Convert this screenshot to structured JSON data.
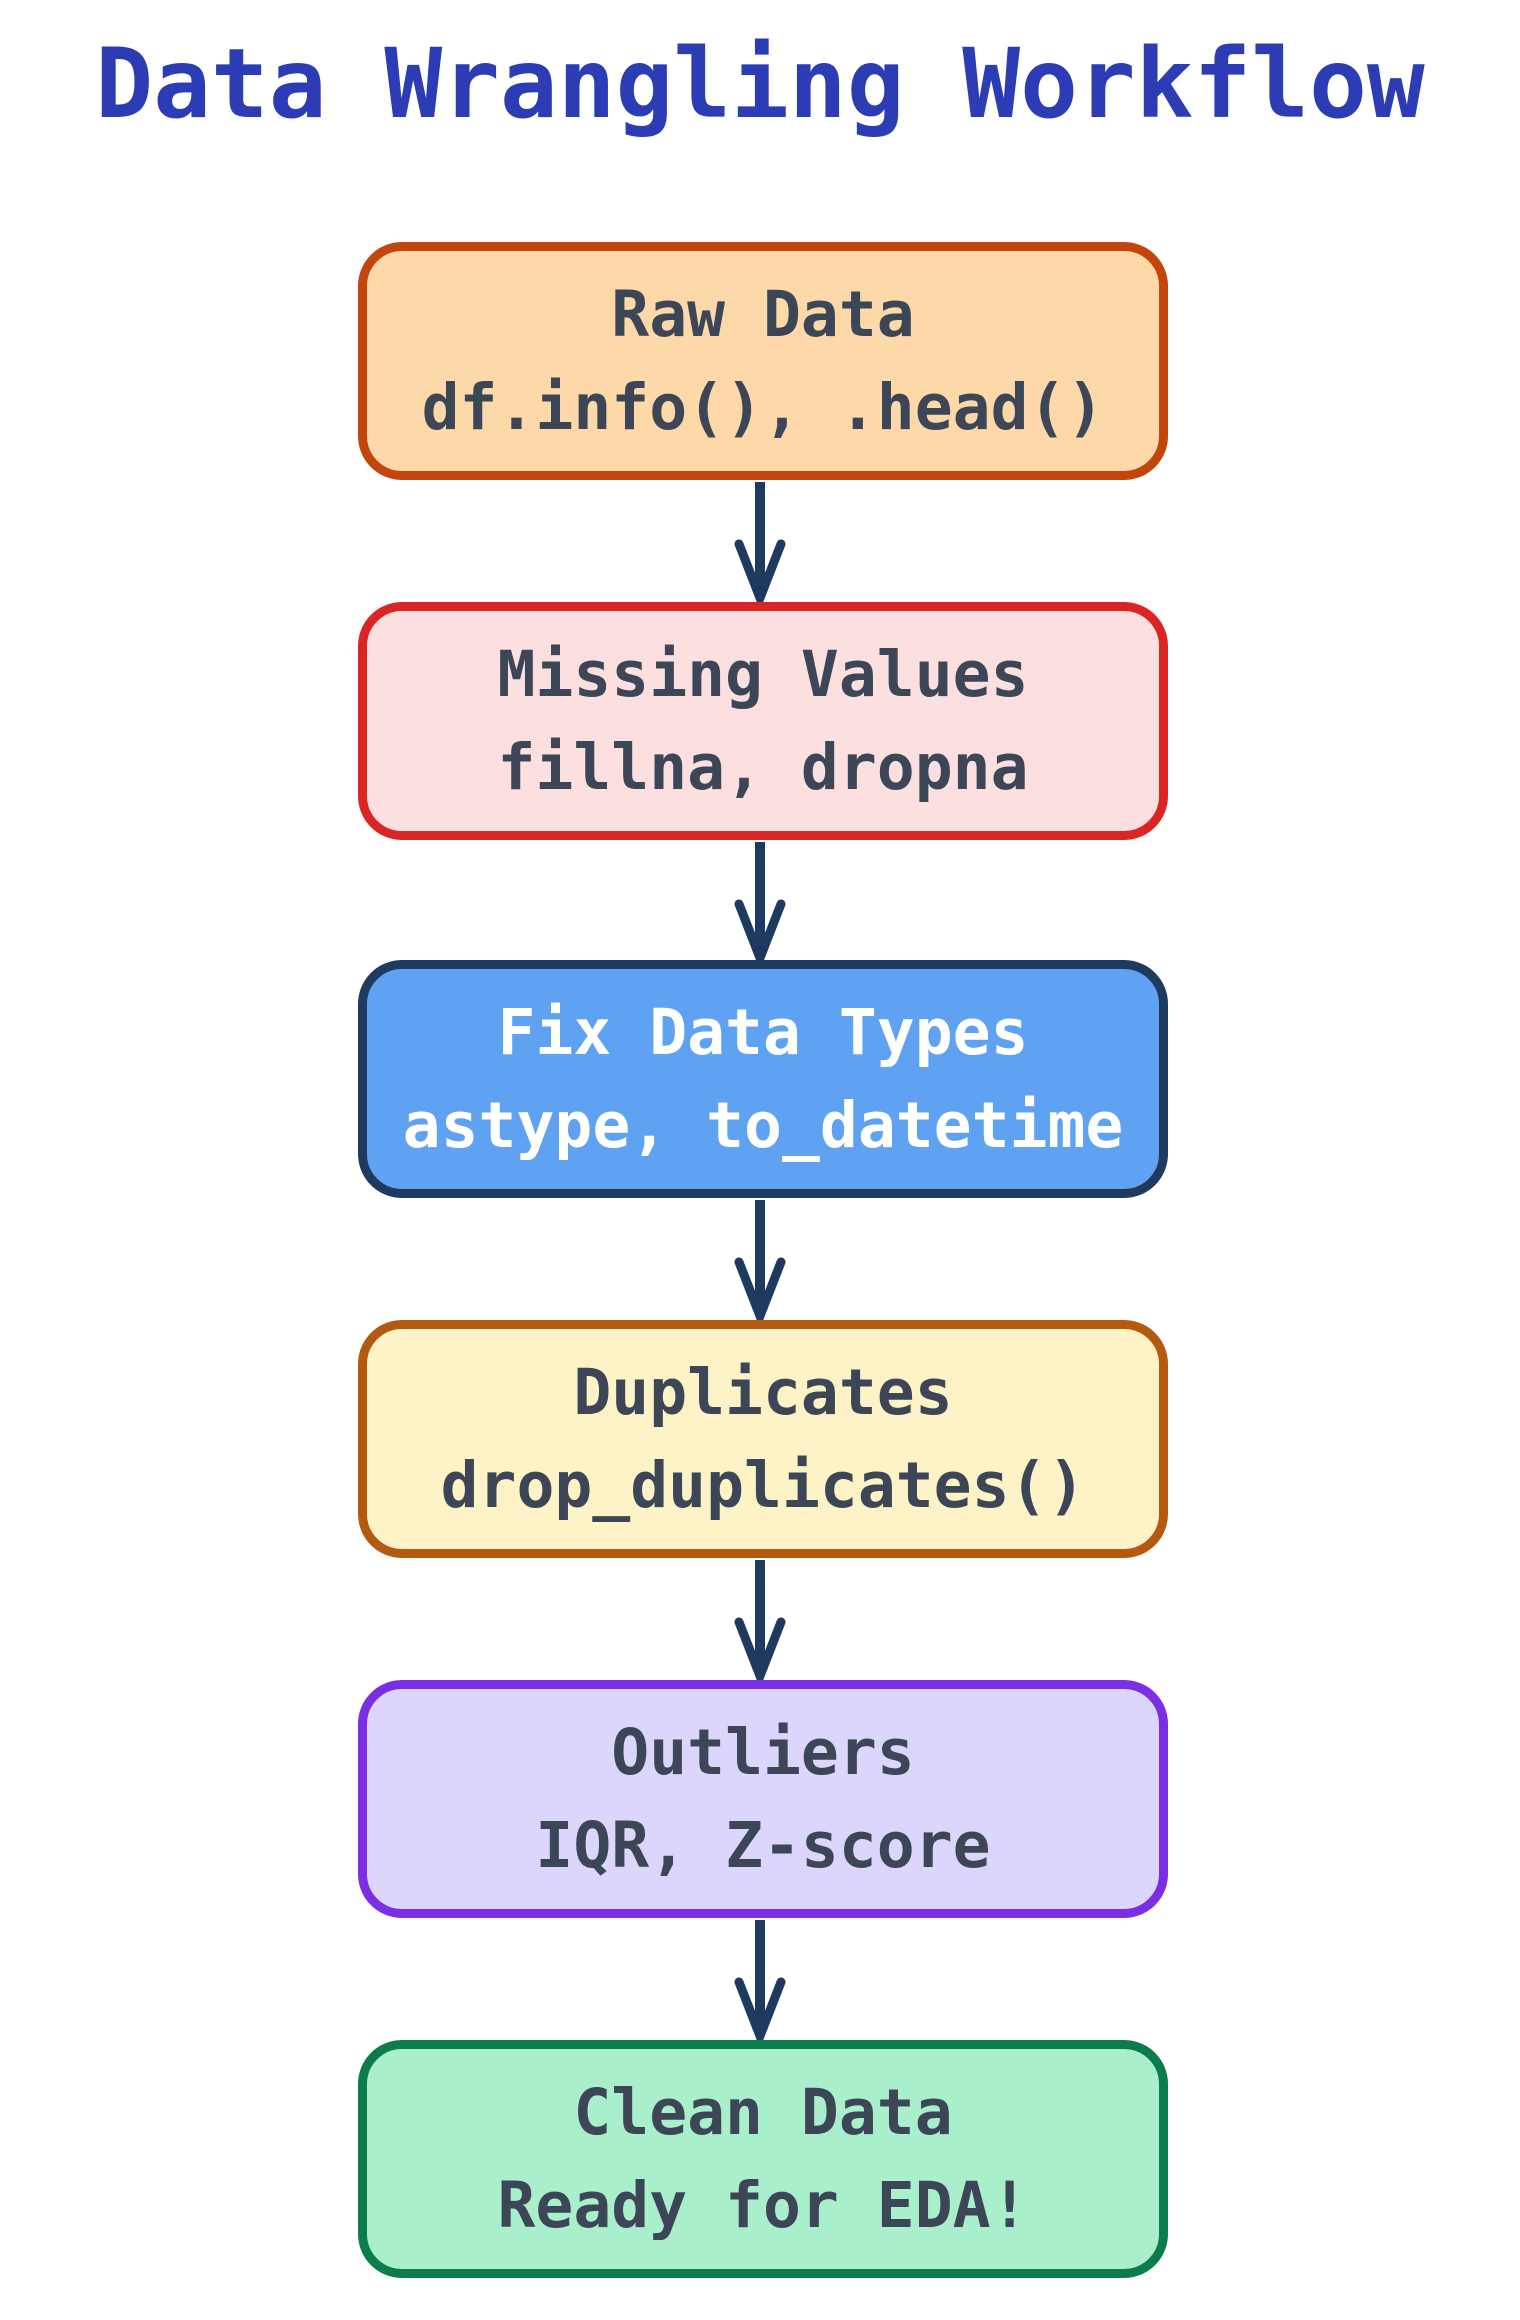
{
  "title": {
    "text": "Data Wrangling Workflow",
    "color": "#2c3cb5"
  },
  "flow": {
    "arrow_color": "#1e3a5f"
  },
  "nodes": [
    {
      "name": "raw-data",
      "line1": "Raw Data",
      "line2": "df.info(), .head()",
      "fill": "#fdd8a8",
      "border": "#c2450e",
      "text_color": "#3d4656"
    },
    {
      "name": "missing-values",
      "line1": "Missing Values",
      "line2": "fillna, dropna",
      "fill": "#fce0e0",
      "border": "#db2525",
      "text_color": "#3d4656"
    },
    {
      "name": "fix-data-types",
      "line1": "Fix Data Types",
      "line2": "astype, to_datetime",
      "fill": "#5fa2f2",
      "border": "#1e3a5f",
      "text_color": "#ffffff"
    },
    {
      "name": "duplicates",
      "line1": "Duplicates",
      "line2": "drop_duplicates()",
      "fill": "#fdf3c7",
      "border": "#b45a10",
      "text_color": "#3d4656"
    },
    {
      "name": "outliers",
      "line1": "Outliers",
      "line2": "IQR, Z-score",
      "fill": "#ddd6fc",
      "border": "#7b2ee2",
      "text_color": "#3d4656"
    },
    {
      "name": "clean-data",
      "line1": "Clean Data",
      "line2": "Ready for EDA!",
      "fill": "#aaefcc",
      "border": "#0c7c4c",
      "text_color": "#3d4656"
    }
  ]
}
